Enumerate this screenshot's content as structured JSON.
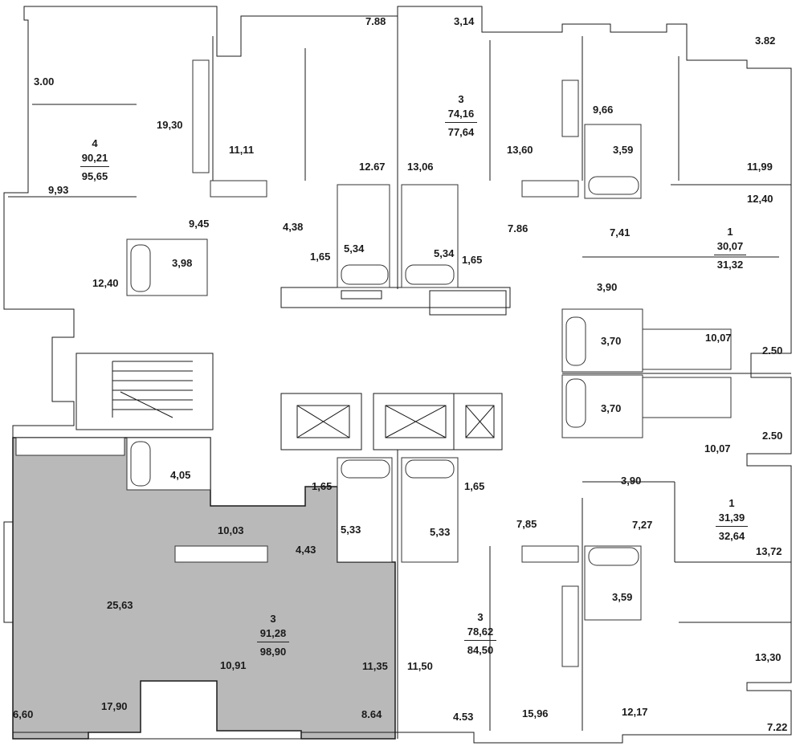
{
  "floorplan": {
    "highlight_color": "#b9b9b9",
    "wall_color": "#1a1a1a",
    "apartments": [
      {
        "id": "apt-top-left",
        "rooms": "4",
        "living_area": "90,21",
        "total_area": "95,65"
      },
      {
        "id": "apt-top-center",
        "rooms": "3",
        "living_area": "74,16",
        "total_area": "77,64"
      },
      {
        "id": "apt-right-upper",
        "rooms": "1",
        "living_area": "30,07",
        "total_area": "31,32"
      },
      {
        "id": "apt-right-lower",
        "rooms": "1",
        "living_area": "31,39",
        "total_area": "32,64"
      },
      {
        "id": "apt-bottom-left",
        "rooms": "3",
        "living_area": "91,28",
        "total_area": "98,90",
        "highlighted": true
      },
      {
        "id": "apt-bottom-center",
        "rooms": "3",
        "living_area": "78,62",
        "total_area": "84,50"
      }
    ],
    "room_areas": [
      "7.88",
      "3,14",
      "3.82",
      "3.00",
      "19,30",
      "11,11",
      "12.67",
      "13,06",
      "13,60",
      "9,66",
      "3,59",
      "11,99",
      "9,93",
      "12,40",
      "9,45",
      "4,38",
      "1,65",
      "5,34",
      "5,34",
      "1,65",
      "7.86",
      "7,41",
      "3,98",
      "12,40",
      "3,90",
      "3,70",
      "10,07",
      "2.50",
      "3,70",
      "2.50",
      "10,07",
      "3,90",
      "4,05",
      "1,65",
      "1,65",
      "10,03",
      "5,33",
      "5,33",
      "7,85",
      "7,27",
      "4,43",
      "13,72",
      "25,63",
      "3,59",
      "10,91",
      "11,35",
      "11,50",
      "13,30",
      "6,60",
      "17,90",
      "8.64",
      "4.53",
      "15,96",
      "12,17",
      "7.22"
    ]
  }
}
